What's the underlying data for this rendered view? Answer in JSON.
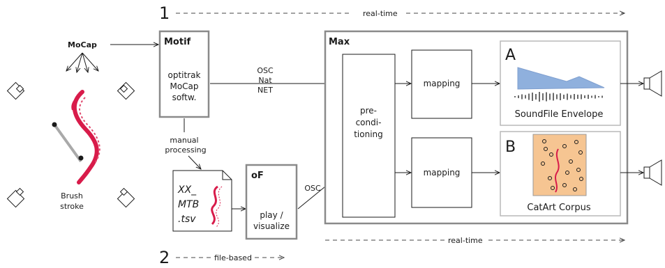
{
  "modes": {
    "realtime_num": "1",
    "realtime_label": "real-time",
    "realtime_bottom_label": "real-time",
    "filebased_num": "2",
    "filebased_label": "file-based"
  },
  "mocap": {
    "label": "MoCap",
    "brush_l1": "Brush",
    "brush_l2": "stroke"
  },
  "motif": {
    "title": "Motif",
    "l1": "optitrak",
    "l2": "MoCap",
    "l3": "softw."
  },
  "osc_top": {
    "l1": "OSC",
    "l2": "Nat",
    "l3": "NET"
  },
  "manual": {
    "l1": "manual",
    "l2": "processing"
  },
  "file": {
    "l1": "XX_",
    "l2": "MTB",
    "l3": ".tsv"
  },
  "of": {
    "title": "oF",
    "l1": "play /",
    "l2": "visualize"
  },
  "osc_bottom": "OSC",
  "max": {
    "title": "Max",
    "pre_l1": "pre-",
    "pre_l2": "condi-",
    "pre_l3": "tioning",
    "mapping_a": "mapping",
    "mapping_b": "mapping"
  },
  "panel_a": {
    "letter": "A",
    "caption": "SoundFile Envelope"
  },
  "panel_b": {
    "letter": "B",
    "caption": "CatArt Corpus"
  },
  "colors": {
    "stroke_red": "#d81b4a",
    "envelope_blue": "#8fb0dd",
    "corpus_orange": "#f6c592",
    "frame_gray": "#8a8a8a"
  }
}
